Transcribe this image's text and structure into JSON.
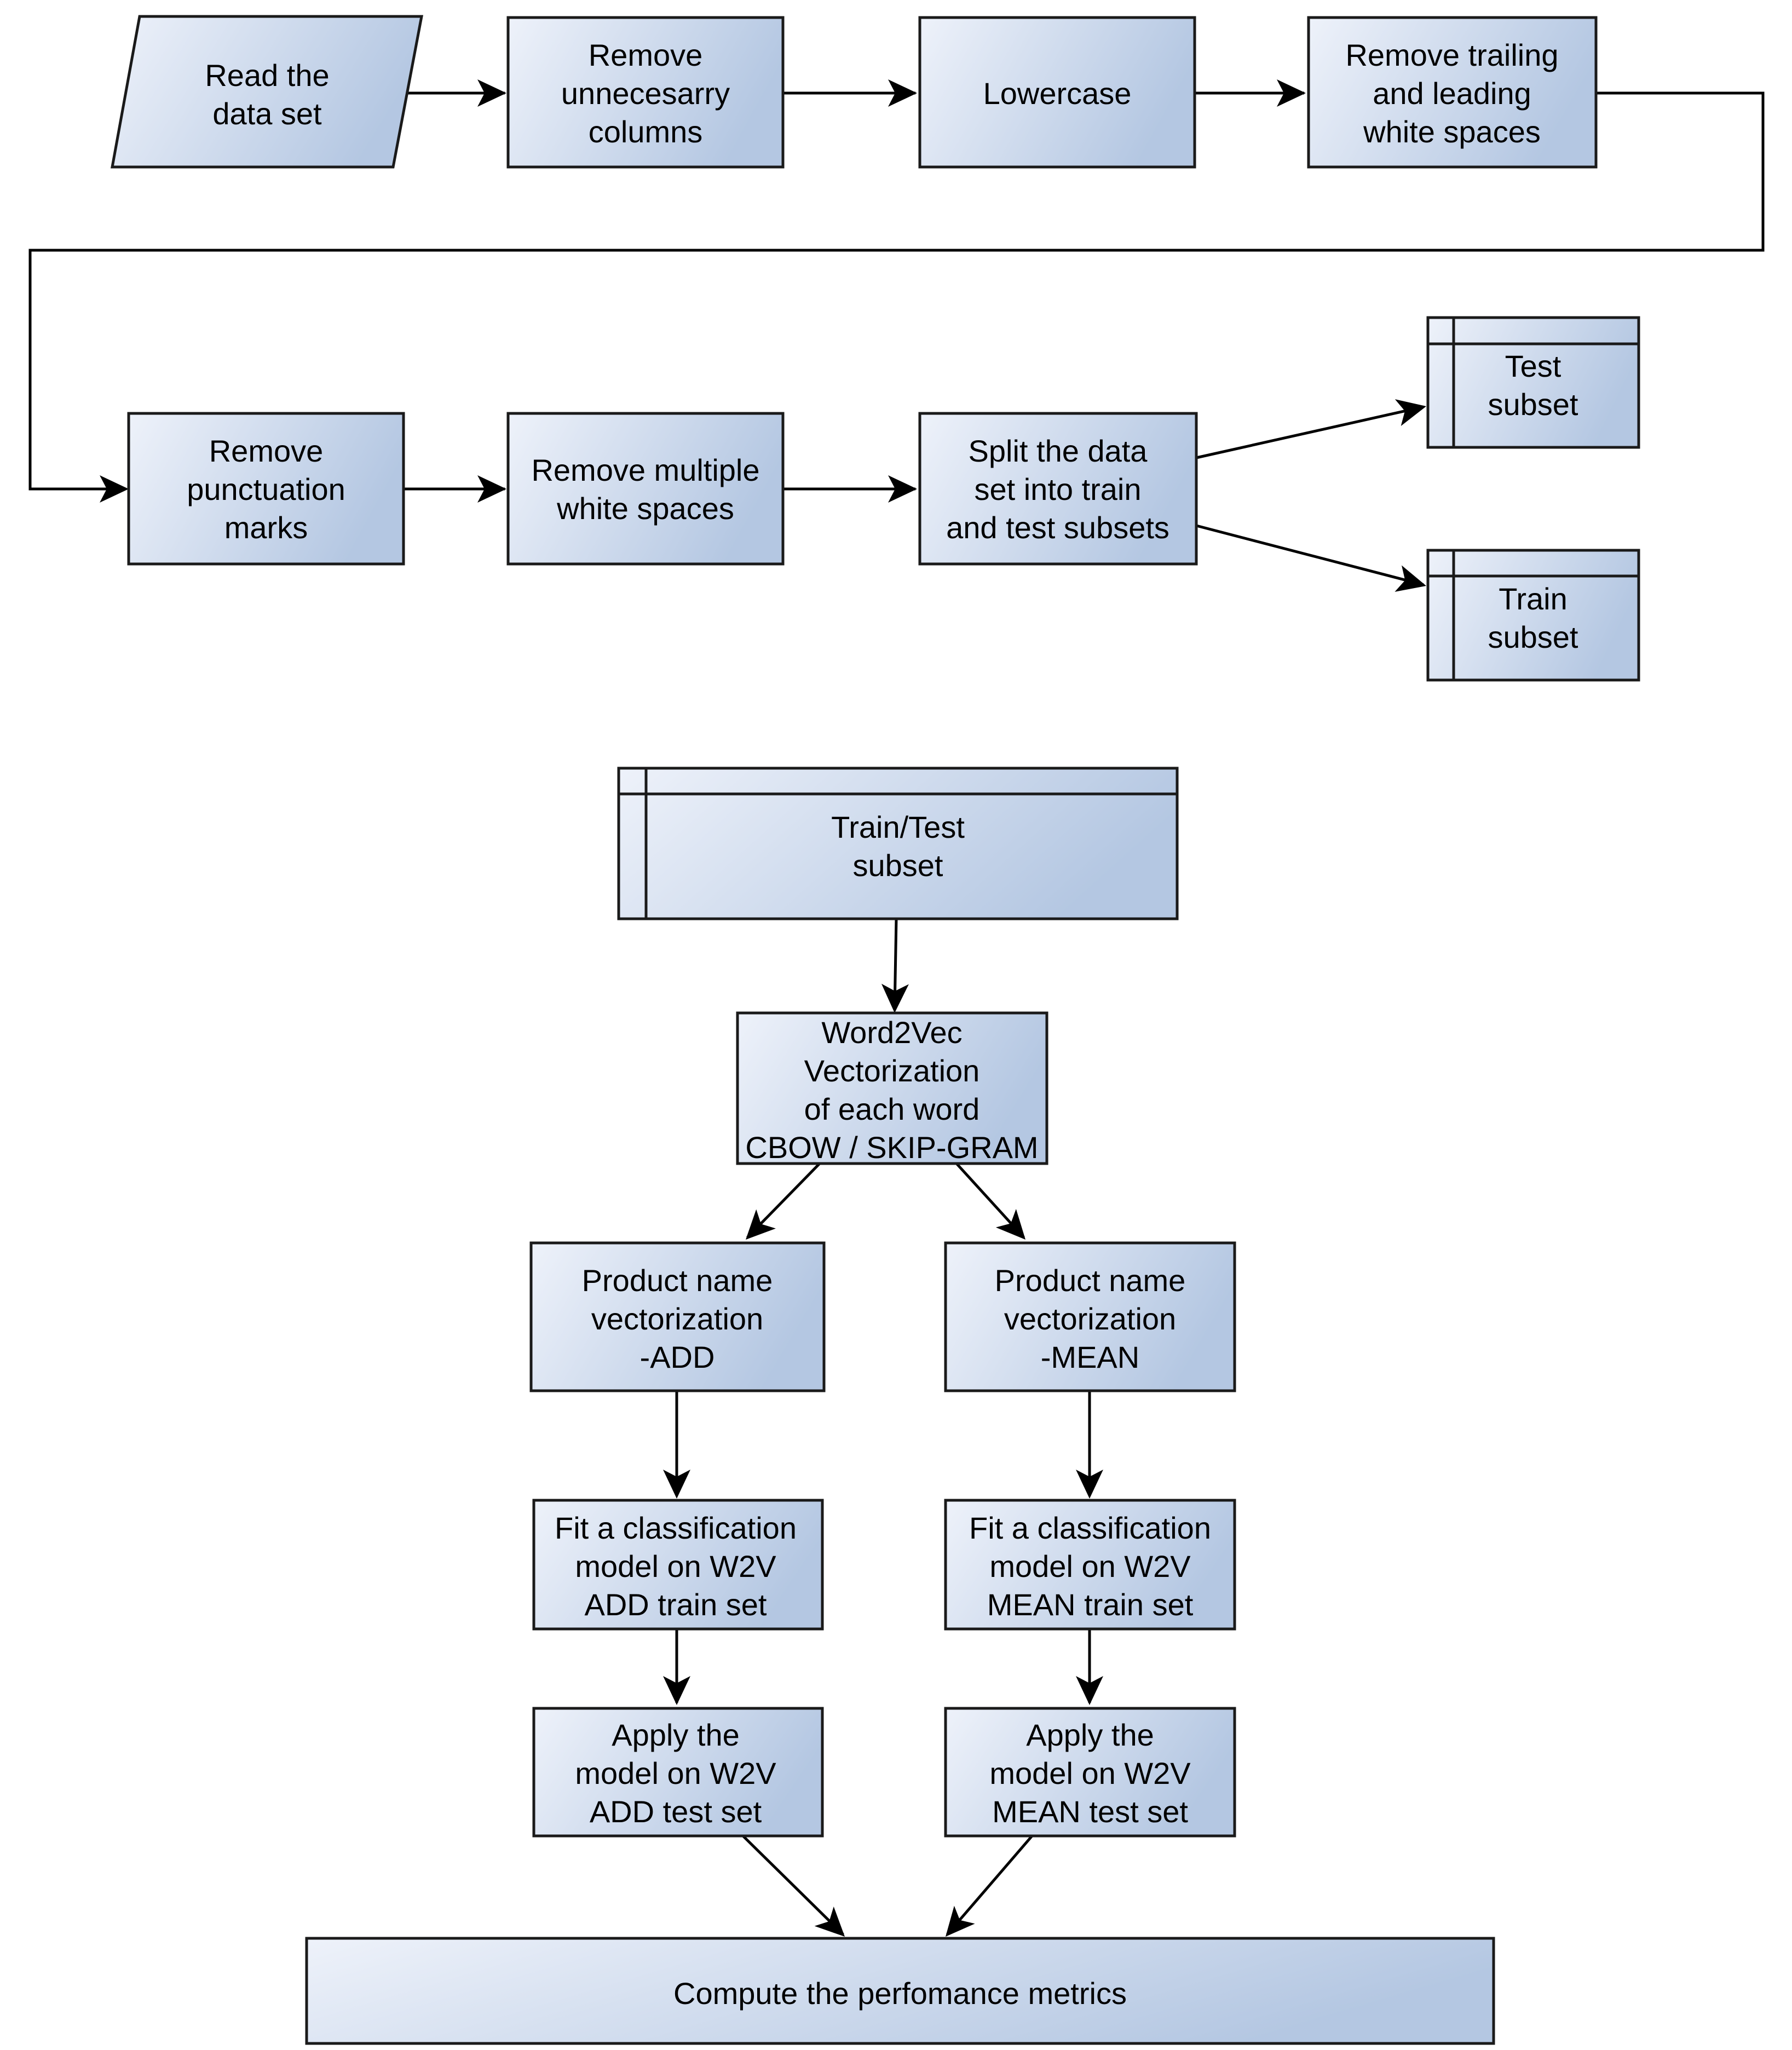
{
  "colors": {
    "box_fill_start": "#eef2fa",
    "box_fill_end": "#b4c7e2",
    "stroke": "#1a1a1a",
    "edge": "#000000"
  },
  "nodes": {
    "read": [
      "Read the",
      "data set"
    ],
    "remove_columns": [
      "Remove",
      "unnecesarry",
      "columns"
    ],
    "lowercase": [
      "Lowercase"
    ],
    "remove_trailing": [
      "Remove trailing",
      "and leading",
      "white spaces"
    ],
    "remove_punct": [
      "Remove",
      "punctuation",
      "marks"
    ],
    "remove_multi": [
      "Remove multiple",
      "white spaces"
    ],
    "split": [
      "Split the data",
      "set into train",
      "and test subsets"
    ],
    "test_subset": [
      "Test",
      "subset"
    ],
    "train_subset": [
      "Train",
      "subset"
    ],
    "traintest": [
      "Train/Test",
      "subset"
    ],
    "w2v": [
      "Word2Vec",
      "Vectorization",
      "of each word",
      "CBOW / SKIP-GRAM"
    ],
    "vec_add": [
      "Product name",
      "vectorization",
      "-ADD"
    ],
    "vec_mean": [
      "Product name",
      "vectorization",
      "-MEAN"
    ],
    "fit_add": [
      "Fit a classification",
      "model on W2V",
      "ADD train set"
    ],
    "fit_mean": [
      "Fit a classification",
      "model on W2V",
      "MEAN train set"
    ],
    "apply_add": [
      "Apply the",
      "model on W2V",
      "ADD test set"
    ],
    "apply_mean": [
      "Apply the",
      "model on W2V",
      "MEAN test set"
    ],
    "metrics": [
      "Compute the perfomance metrics"
    ]
  }
}
